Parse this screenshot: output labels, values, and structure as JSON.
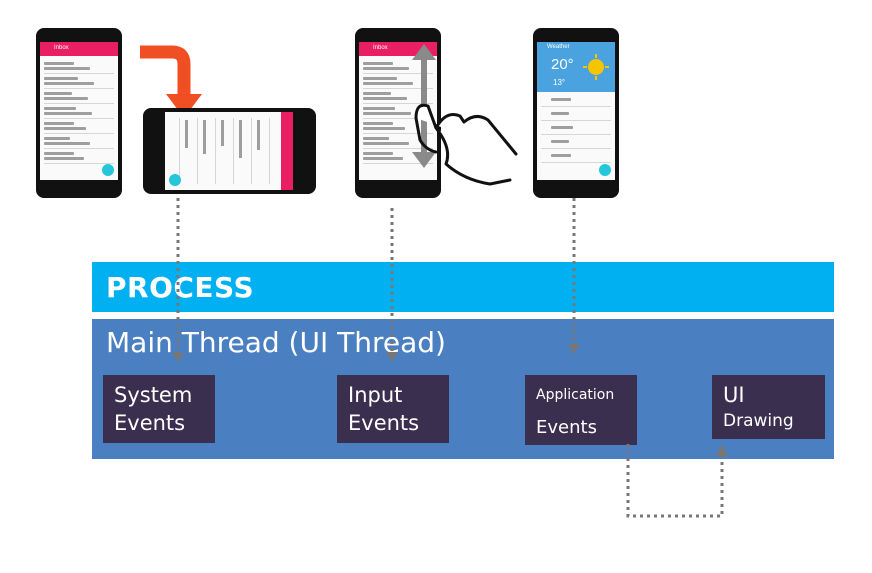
{
  "process_label": "PROCESS",
  "main_thread_label": "Main Thread (UI Thread)",
  "events": {
    "system": {
      "line1": "System",
      "line2": "Events"
    },
    "input": {
      "line1": "Input",
      "line2": "Events"
    },
    "application": {
      "line1": "Application",
      "line2": "Events"
    },
    "ui_drawing": {
      "line1": "UI",
      "line2": "Drawing"
    }
  },
  "colors": {
    "process_bar": "#00b0f0",
    "main_thread_bar": "#4a7fc1",
    "event_box": "#3b2f4f",
    "rotate_arrow": "#f04e23",
    "dotted_arrow": "#777777",
    "app_bar": "#e91e63",
    "weather_bg": "#4aa3df"
  },
  "phones": {
    "inbox_app_title": "Inbox",
    "weather_app_title": "Weather",
    "weather_temp_now": "20°",
    "weather_temp_low": "13°"
  }
}
